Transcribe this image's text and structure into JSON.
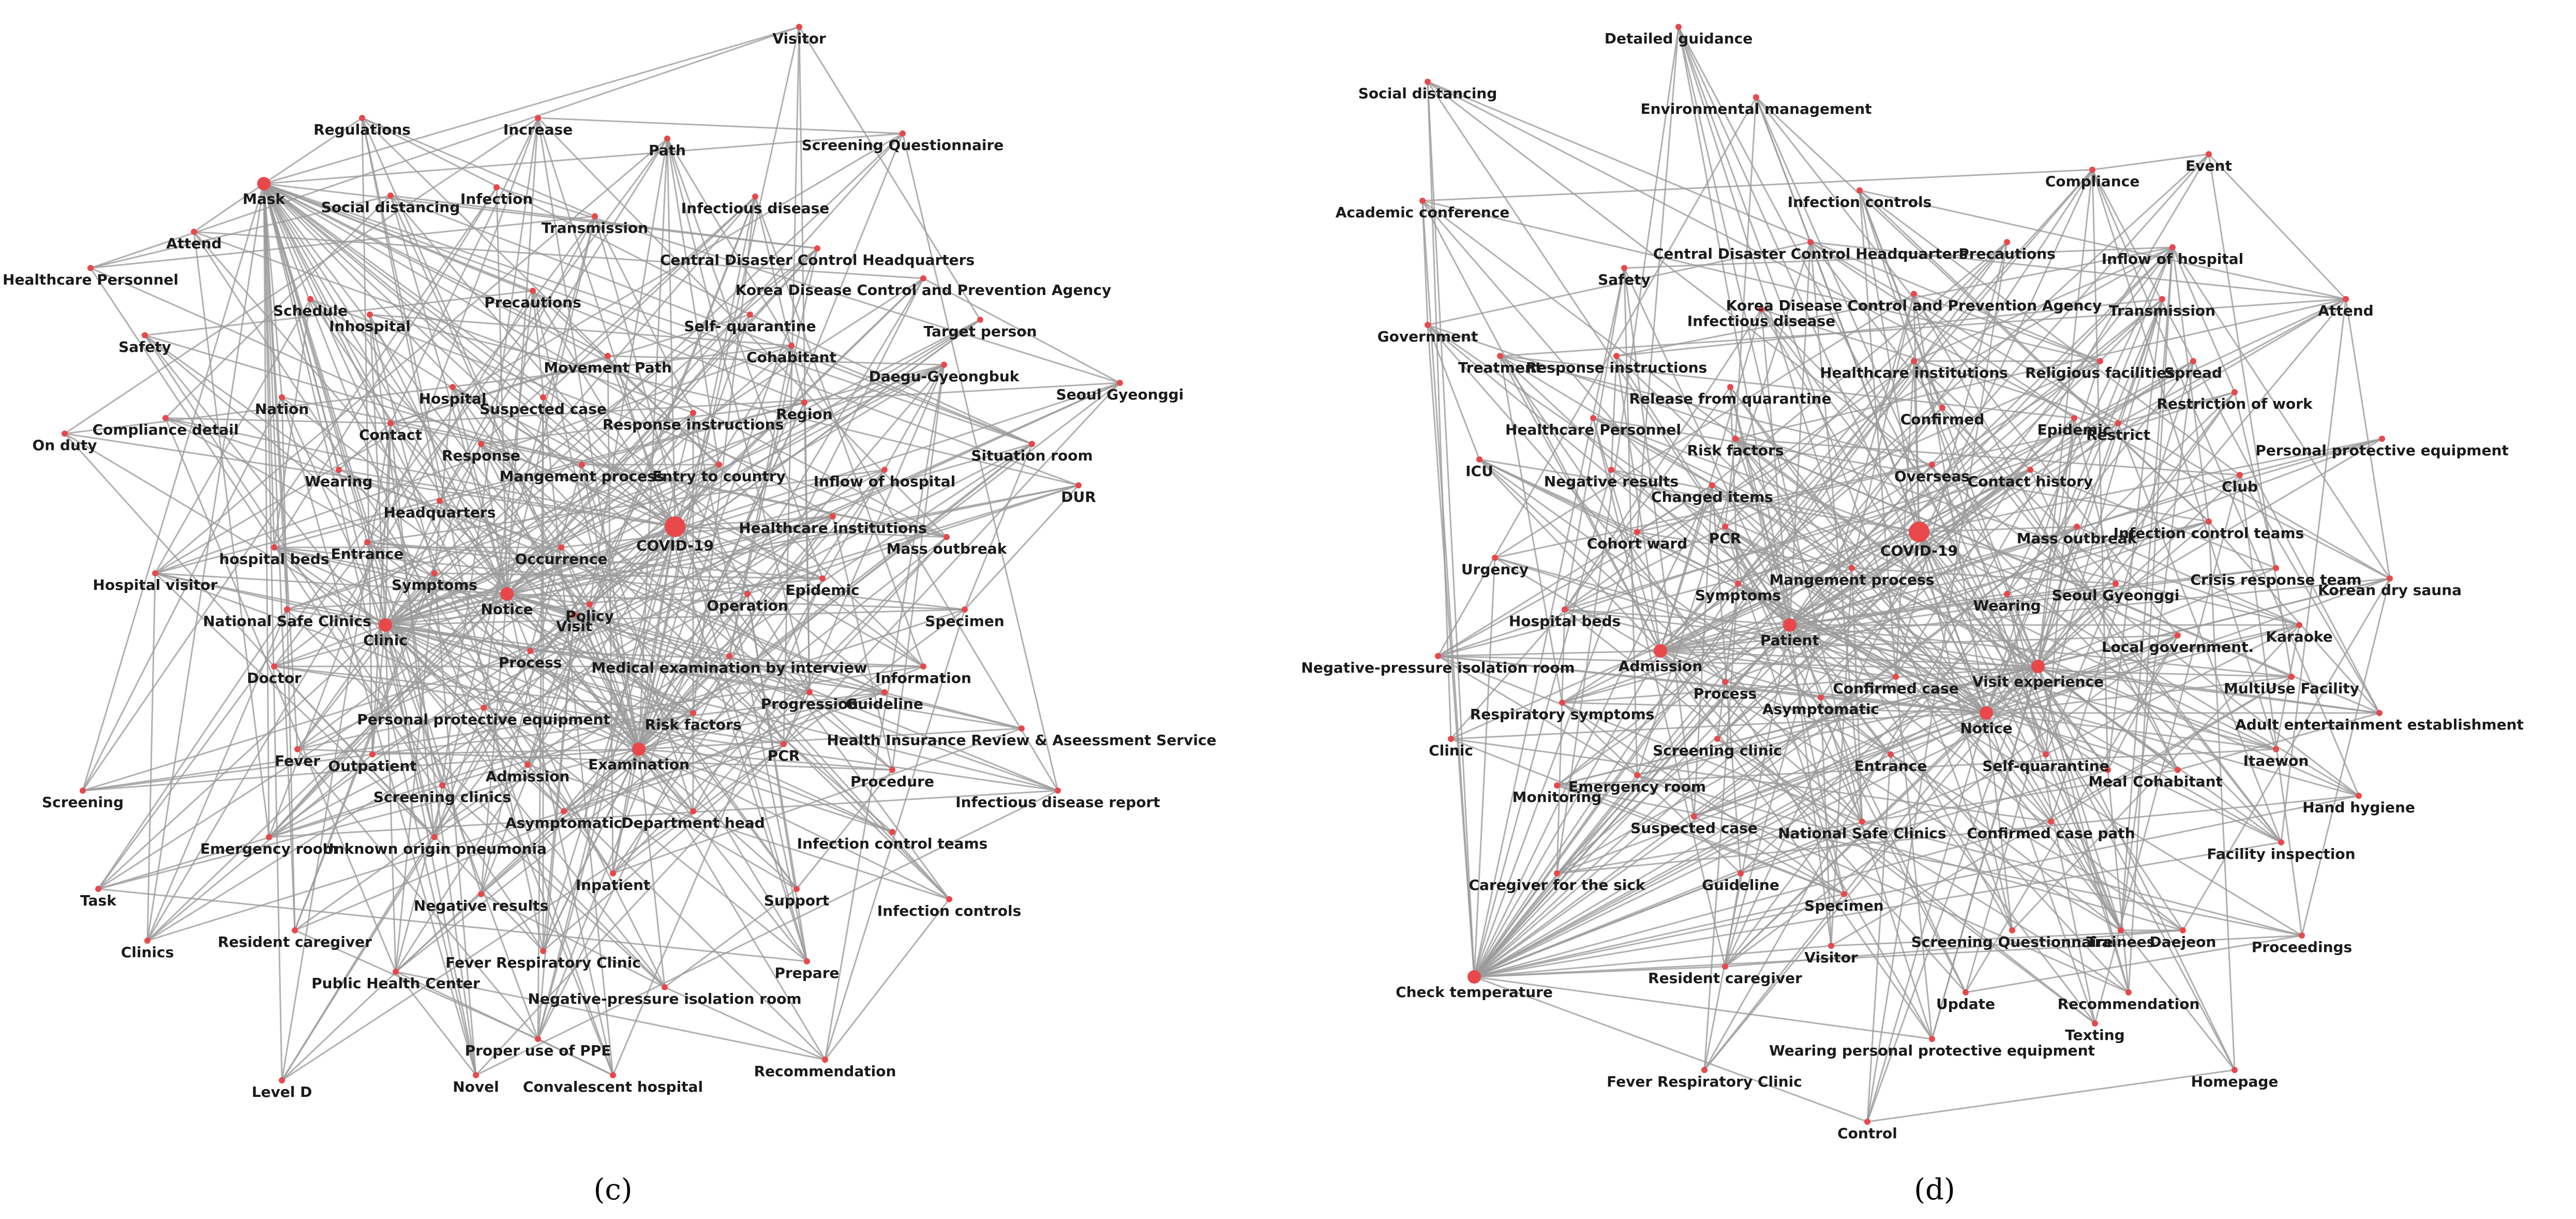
{
  "panels": [
    {
      "id": "c",
      "caption": "(c)",
      "nodes": [
        [
          "Visitor",
          1545,
          52,
          0
        ],
        [
          "Regulations",
          700,
          228,
          0
        ],
        [
          "Increase",
          1040,
          228,
          0
        ],
        [
          "Path",
          1290,
          268,
          0
        ],
        [
          "Screening Questionnaire",
          1745,
          258,
          0
        ],
        [
          "Mask",
          510,
          355,
          1
        ],
        [
          "Social distancing",
          755,
          378,
          0
        ],
        [
          "Infection",
          960,
          362,
          0
        ],
        [
          "Transmission",
          1150,
          418,
          0
        ],
        [
          "Infectious disease",
          1460,
          380,
          0
        ],
        [
          "Attend",
          375,
          448,
          0
        ],
        [
          "Healthcare Personnel",
          175,
          518,
          0
        ],
        [
          "Central Disaster Control Headquarters",
          1580,
          480,
          0
        ],
        [
          "Precautions",
          1030,
          562,
          0
        ],
        [
          "Korea Disease Control and Prevention Agency",
          1785,
          538,
          0
        ],
        [
          "Schedule",
          600,
          578,
          0
        ],
        [
          "Inhospital",
          715,
          608,
          0
        ],
        [
          "Safety",
          280,
          648,
          0
        ],
        [
          "Target person",
          1895,
          618,
          0
        ],
        [
          "Self- quarantine",
          1450,
          608,
          0
        ],
        [
          "Movement Path",
          1175,
          688,
          0
        ],
        [
          "Cohabitant",
          1530,
          668,
          0
        ],
        [
          "Daegu-Gyeongbuk",
          1825,
          705,
          0
        ],
        [
          "Seoul Gyeonggi",
          2165,
          740,
          0
        ],
        [
          "Hospital",
          875,
          748,
          0
        ],
        [
          "Suspected case",
          1050,
          768,
          0
        ],
        [
          "Nation",
          545,
          768,
          0
        ],
        [
          "Region",
          1555,
          778,
          0
        ],
        [
          "Compliance detail",
          320,
          808,
          0
        ],
        [
          "Response instructions",
          1340,
          798,
          0
        ],
        [
          "On duty",
          125,
          838,
          0
        ],
        [
          "Contact",
          755,
          818,
          0
        ],
        [
          "Response",
          930,
          858,
          0
        ],
        [
          "Situation room",
          1995,
          858,
          0
        ],
        [
          "Wearing",
          655,
          908,
          0
        ],
        [
          "Mangement process",
          1125,
          898,
          0
        ],
        [
          "Entry to country",
          1390,
          898,
          0
        ],
        [
          "Inflow of hospital",
          1710,
          908,
          0
        ],
        [
          "DUR",
          2085,
          938,
          0
        ],
        [
          "Headquarters",
          850,
          968,
          0
        ],
        [
          "COVID-19",
          1305,
          1018,
          2
        ],
        [
          "Healthcare institutions",
          1610,
          998,
          0
        ],
        [
          "hospital beds",
          530,
          1058,
          0
        ],
        [
          "Entrance",
          710,
          1048,
          0
        ],
        [
          "Occurrence",
          1085,
          1058,
          0
        ],
        [
          "Mass outbreak",
          1830,
          1038,
          0
        ],
        [
          "Hospital visitor",
          300,
          1108,
          0
        ],
        [
          "Symptoms",
          840,
          1108,
          0
        ],
        [
          "Epidemic",
          1590,
          1118,
          0
        ],
        [
          "Notice",
          980,
          1148,
          1
        ],
        [
          "Operation",
          1445,
          1148,
          0
        ],
        [
          "Policy",
          1140,
          1168,
          0
        ],
        [
          "Visit",
          1110,
          1188,
          0
        ],
        [
          "National Safe Clinics",
          555,
          1178,
          0
        ],
        [
          "Clinic",
          745,
          1208,
          1
        ],
        [
          "Specimen",
          1865,
          1178,
          0
        ],
        [
          "Doctor",
          530,
          1288,
          0
        ],
        [
          "Process",
          1025,
          1258,
          0
        ],
        [
          "Medical examination by interview",
          1410,
          1268,
          0
        ],
        [
          "Information",
          1785,
          1288,
          0
        ],
        [
          "Progression",
          1565,
          1338,
          0
        ],
        [
          "Guideline",
          1710,
          1338,
          0
        ],
        [
          "Personal protective equipment",
          935,
          1368,
          0
        ],
        [
          "Risk factors",
          1340,
          1378,
          0
        ],
        [
          "Health Insurance Review & Aseessment Service",
          1975,
          1408,
          0
        ],
        [
          "PCR",
          1515,
          1438,
          0
        ],
        [
          "Fever",
          575,
          1448,
          0
        ],
        [
          "Outpatient",
          720,
          1458,
          0
        ],
        [
          "Examination",
          1235,
          1448,
          1
        ],
        [
          "Admission",
          1020,
          1478,
          0
        ],
        [
          "Procedure",
          1725,
          1488,
          0
        ],
        [
          "Infectious disease report",
          2045,
          1528,
          0
        ],
        [
          "Screening",
          160,
          1528,
          0
        ],
        [
          "Screening clinics",
          855,
          1518,
          0
        ],
        [
          "Asymptomatic",
          1090,
          1568,
          0
        ],
        [
          "Department head",
          1340,
          1568,
          0
        ],
        [
          "Emergency room",
          520,
          1618,
          0
        ],
        [
          "Unknown origin pneumonia",
          840,
          1618,
          0
        ],
        [
          "Infection control teams",
          1725,
          1608,
          0
        ],
        [
          "Task",
          190,
          1718,
          0
        ],
        [
          "Inpatient",
          1185,
          1688,
          0
        ],
        [
          "Support",
          1540,
          1718,
          0
        ],
        [
          "Infection controls",
          1835,
          1738,
          0
        ],
        [
          "Negative results",
          930,
          1728,
          0
        ],
        [
          "Clinics",
          285,
          1818,
          0
        ],
        [
          "Resident caregiver",
          570,
          1798,
          0
        ],
        [
          "Fever Respiratory Clinic",
          1050,
          1838,
          0
        ],
        [
          "Public Health Center",
          765,
          1878,
          0
        ],
        [
          "Prepare",
          1560,
          1858,
          0
        ],
        [
          "Negative-pressure isolation room",
          1285,
          1908,
          0
        ],
        [
          "Proper use of PPE",
          1040,
          2008,
          0
        ],
        [
          "Level D",
          545,
          2088,
          0
        ],
        [
          "Novel",
          920,
          2078,
          0
        ],
        [
          "Convalescent hospital",
          1185,
          2078,
          0
        ],
        [
          "Recommendation",
          1595,
          2048,
          0
        ]
      ]
    },
    {
      "id": "d",
      "caption": "(d)",
      "nodes": [
        [
          "Detailed guidance",
          3245,
          52,
          0
        ],
        [
          "Social distancing",
          2760,
          158,
          0
        ],
        [
          "Environmental management",
          3395,
          188,
          0
        ],
        [
          "Academic conference",
          2750,
          388,
          0
        ],
        [
          "Compliance",
          4045,
          328,
          0
        ],
        [
          "Event",
          4270,
          298,
          0
        ],
        [
          "Infection controls",
          3595,
          368,
          0
        ],
        [
          "Central Disaster Control Headquarters",
          3500,
          468,
          0
        ],
        [
          "Precautions",
          3880,
          468,
          0
        ],
        [
          "Inflow of hospital",
          4200,
          478,
          0
        ],
        [
          "Safety",
          3140,
          518,
          0
        ],
        [
          "Korea Disease Control and Prevention Agency",
          3700,
          568,
          0
        ],
        [
          "Infectious disease",
          3405,
          598,
          0
        ],
        [
          "Transmission",
          4180,
          578,
          0
        ],
        [
          "Attend",
          4535,
          578,
          0
        ],
        [
          "Government",
          2760,
          628,
          0
        ],
        [
          "Treatment",
          2900,
          688,
          0
        ],
        [
          "Response instructions",
          3125,
          688,
          0
        ],
        [
          "Healthcare institutions",
          3700,
          698,
          0
        ],
        [
          "Religious facilities",
          4060,
          698,
          0
        ],
        [
          "Spread",
          4240,
          698,
          0
        ],
        [
          "Release from quarantine",
          3345,
          748,
          0
        ],
        [
          "Restriction of work",
          4320,
          758,
          0
        ],
        [
          "Confirmed",
          3755,
          788,
          0
        ],
        [
          "Healthcare Personnel",
          3080,
          808,
          0
        ],
        [
          "Epidemic",
          4010,
          808,
          0
        ],
        [
          "Restrict",
          4095,
          818,
          0
        ],
        [
          "Risk factors",
          3355,
          848,
          0
        ],
        [
          "Personal protective equipment",
          4605,
          848,
          0
        ],
        [
          "ICU",
          2860,
          888,
          0
        ],
        [
          "Negative results",
          3115,
          908,
          0
        ],
        [
          "Overseas",
          3735,
          898,
          0
        ],
        [
          "Contact history",
          3925,
          908,
          0
        ],
        [
          "Club",
          4330,
          918,
          0
        ],
        [
          "Changed items",
          3310,
          938,
          0
        ],
        [
          "PCR",
          3335,
          1018,
          0
        ],
        [
          "Cohort ward",
          3165,
          1028,
          0
        ],
        [
          "COVID-19",
          3710,
          1028,
          2
        ],
        [
          "Mass outbreak",
          4015,
          1018,
          0
        ],
        [
          "Infection control teams",
          4270,
          1008,
          0
        ],
        [
          "Urgency",
          2890,
          1078,
          0
        ],
        [
          "Mangement process",
          3580,
          1098,
          0
        ],
        [
          "Crisis response team",
          4400,
          1098,
          0
        ],
        [
          "Korean dry sauna",
          4620,
          1118,
          0
        ],
        [
          "Symptoms",
          3360,
          1128,
          0
        ],
        [
          "Wearing",
          3880,
          1148,
          0
        ],
        [
          "Seoul Gyeonggi",
          4090,
          1128,
          0
        ],
        [
          "Hospital beds",
          3025,
          1178,
          0
        ],
        [
          "Patient",
          3460,
          1208,
          1
        ],
        [
          "Karaoke",
          4445,
          1208,
          0
        ],
        [
          "Local government.",
          4210,
          1228,
          0
        ],
        [
          "Negative-pressure isolation room",
          2780,
          1268,
          0
        ],
        [
          "Admission",
          3210,
          1258,
          1
        ],
        [
          "Visit experience",
          3940,
          1288,
          1
        ],
        [
          "MultiUse Facility",
          4430,
          1308,
          0
        ],
        [
          "Confirmed case",
          3665,
          1308,
          0
        ],
        [
          "Process",
          3335,
          1318,
          0
        ],
        [
          "Asymptomatic",
          3520,
          1348,
          0
        ],
        [
          "Respiratory symptoms",
          3020,
          1358,
          0
        ],
        [
          "Notice",
          3840,
          1378,
          1
        ],
        [
          "Adult entertainment establishment",
          4600,
          1378,
          0
        ],
        [
          "Clinic",
          2805,
          1428,
          0
        ],
        [
          "Screening clinic",
          3320,
          1428,
          0
        ],
        [
          "Entrance",
          3655,
          1458,
          0
        ],
        [
          "Self-quarantine",
          3955,
          1458,
          0
        ],
        [
          "Itaewon",
          4400,
          1448,
          0
        ],
        [
          "Emergency room",
          3165,
          1498,
          0
        ],
        [
          "Meal",
          4075,
          1488,
          0
        ],
        [
          "Cohabitant",
          4210,
          1488,
          0
        ],
        [
          "Monitoring",
          3010,
          1518,
          0
        ],
        [
          "Suspected case",
          3275,
          1578,
          0
        ],
        [
          "National Safe Clinics",
          3600,
          1588,
          0
        ],
        [
          "Confirmed case path",
          3965,
          1588,
          0
        ],
        [
          "Hand hygiene",
          4560,
          1538,
          0
        ],
        [
          "Facility inspection",
          4410,
          1628,
          0
        ],
        [
          "Caregiver for the sick",
          3010,
          1688,
          0
        ],
        [
          "Guideline",
          3365,
          1688,
          0
        ],
        [
          "Specimen",
          3565,
          1728,
          0
        ],
        [
          "Screening Questionnaire",
          3890,
          1798,
          0
        ],
        [
          "Trainees",
          4100,
          1798,
          0
        ],
        [
          "Daejeon",
          4220,
          1798,
          0
        ],
        [
          "Proceedings",
          4450,
          1808,
          0
        ],
        [
          "Visitor",
          3540,
          1828,
          0
        ],
        [
          "Check temperature",
          2850,
          1888,
          1
        ],
        [
          "Resident caregiver",
          3335,
          1868,
          0
        ],
        [
          "Update",
          3800,
          1918,
          0
        ],
        [
          "Recommendation",
          4115,
          1918,
          0
        ],
        [
          "Texting",
          4050,
          1978,
          0
        ],
        [
          "Wearing personal protective equipment",
          3735,
          2008,
          0
        ],
        [
          "Fever Respiratory Clinic",
          3295,
          2068,
          0
        ],
        [
          "Homepage",
          4320,
          2068,
          0
        ],
        [
          "Control",
          3610,
          2168,
          0
        ]
      ]
    }
  ]
}
